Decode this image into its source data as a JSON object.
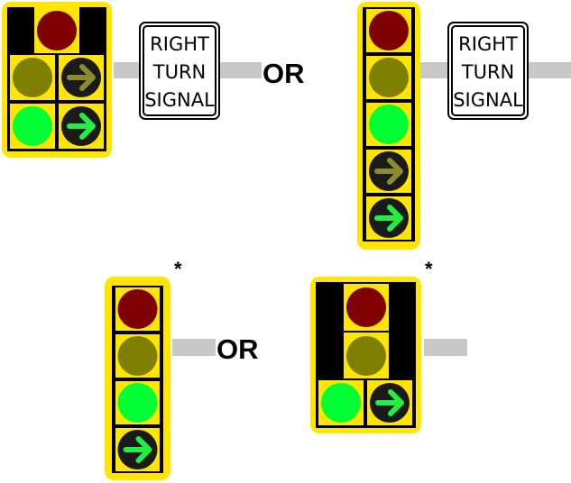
{
  "labels": {
    "or": "OR",
    "asterisk": "*"
  },
  "sign": {
    "lines": [
      "RIGHT",
      "TURN",
      "SIGNAL"
    ]
  },
  "colors": {
    "housing_yellow": "#FFE500",
    "backplate_black": "#000000",
    "red_lens": "#800000",
    "yellow_lens": "#808000",
    "green_lens": "#00FF33",
    "arrow_lens_bg": "#1A1A1A",
    "yellow_arrow": "#8C8C2E",
    "green_arrow": "#22EE44",
    "mast_arm": "#C8C8C8"
  },
  "signals": [
    {
      "name": "signal-1-cluster-with-sign",
      "layout": "cluster",
      "asterisk": false,
      "faces": [
        [
          "red-ball",
          ""
        ],
        [
          "yellow-ball",
          "yellow-arrow"
        ],
        [
          "green-ball",
          "green-arrow"
        ]
      ]
    },
    {
      "name": "signal-2-vertical-five-with-sign",
      "layout": "vertical",
      "asterisk": false,
      "faces": [
        "red-ball",
        "yellow-ball",
        "green-ball",
        "yellow-arrow",
        "green-arrow"
      ]
    },
    {
      "name": "signal-3-vertical-four",
      "layout": "vertical",
      "asterisk": true,
      "faces": [
        "red-ball",
        "yellow-ball",
        "green-ball",
        "green-arrow"
      ]
    },
    {
      "name": "signal-4-cluster-four",
      "layout": "cluster",
      "asterisk": true,
      "faces": [
        [
          "red-ball",
          ""
        ],
        [
          "yellow-ball",
          ""
        ],
        [
          "green-ball",
          "green-arrow"
        ]
      ]
    }
  ]
}
